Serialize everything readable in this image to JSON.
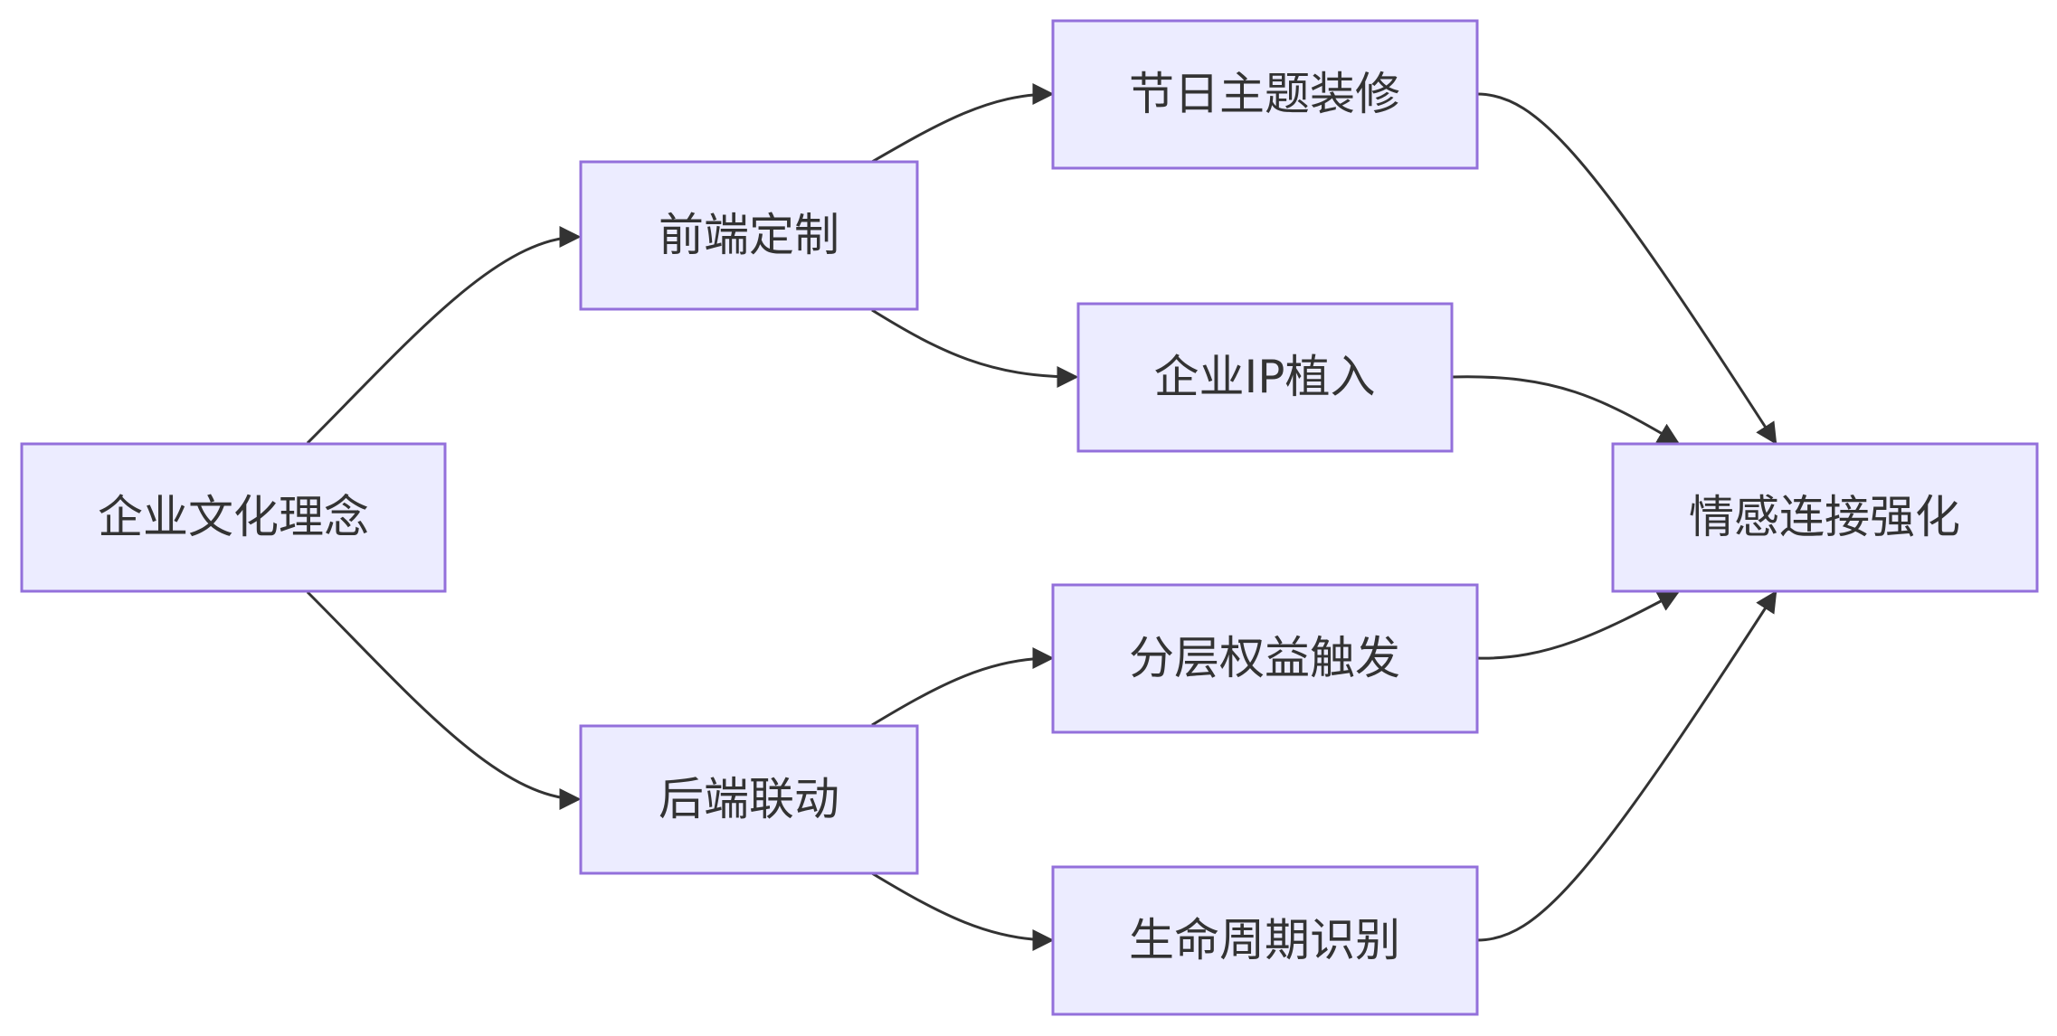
{
  "diagram": {
    "type": "flowchart",
    "direction": "left-to-right",
    "nodes": {
      "root": "企业文化理念",
      "front": "前端定制",
      "back": "后端联动",
      "holiday": "节日主题装修",
      "ip": "企业IP植入",
      "tier": "分层权益触发",
      "lifecycle": "生命周期识别",
      "result": "情感连接强化"
    },
    "edges": [
      {
        "from": "root",
        "to": "front"
      },
      {
        "from": "root",
        "to": "back"
      },
      {
        "from": "front",
        "to": "holiday"
      },
      {
        "from": "front",
        "to": "ip"
      },
      {
        "from": "back",
        "to": "tier"
      },
      {
        "from": "back",
        "to": "lifecycle"
      },
      {
        "from": "holiday",
        "to": "result"
      },
      {
        "from": "ip",
        "to": "result"
      },
      {
        "from": "tier",
        "to": "result"
      },
      {
        "from": "lifecycle",
        "to": "result"
      }
    ],
    "colors": {
      "node_fill": "#ECECFF",
      "node_border": "#9370DB",
      "edge": "#333333",
      "text": "#333333",
      "background": "#FFFFFF"
    }
  }
}
